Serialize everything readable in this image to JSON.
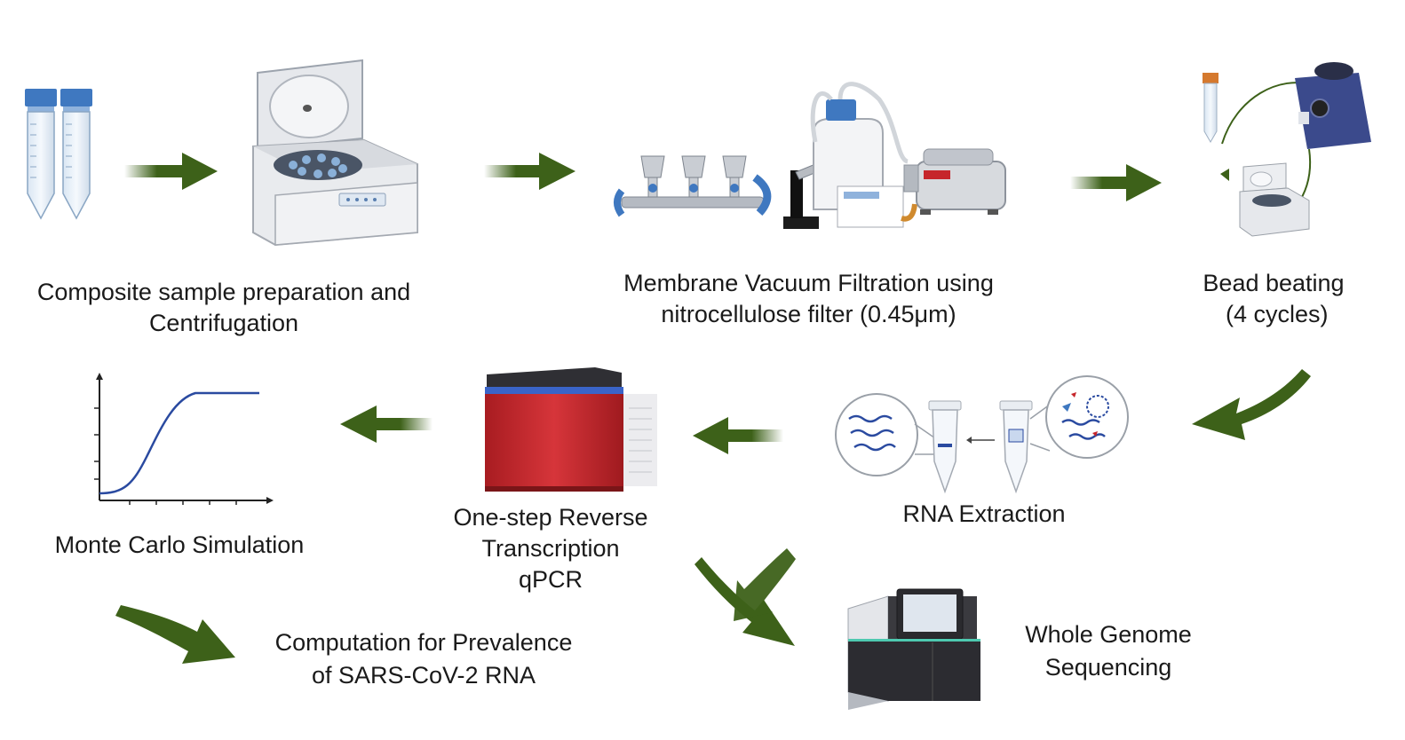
{
  "colors": {
    "arrow": "#3d6119",
    "text": "#1a1a1a",
    "curve": "#2a4aa0",
    "tube_cap": "#3f78c0",
    "qpcr_red": "#c4262b",
    "sequencer_dark": "#3a3a3f",
    "vortexer_blue": "#3b4a8c"
  },
  "steps": {
    "centrifugation": {
      "line1": "Composite sample preparation and",
      "line2": "Centrifugation",
      "icon": "centrifuge-icon"
    },
    "filtration": {
      "line1": "Membrane Vacuum  Filtration using",
      "line2": "nitrocellulose filter (0.45μm)",
      "icon": "vacuum-filtration-icon"
    },
    "bead_beating": {
      "line1": "Bead beating",
      "line2": " (4 cycles)",
      "icon": "vortexer-icon"
    },
    "rna_extraction": {
      "line1": "RNA Extraction",
      "icon": "rna-extraction-icon"
    },
    "qpcr": {
      "line1": "One-step Reverse",
      "line2": "Transcription",
      "line3": "qPCR",
      "icon": "qpcr-machine-icon"
    },
    "monte_carlo": {
      "line1": "Monte Carlo Simulation",
      "icon": "sigmoid-chart-icon"
    },
    "prevalence": {
      "line1": "Computation for Prevalence",
      "line2": "of SARS-CoV-2 RNA"
    },
    "wgs": {
      "line1": "Whole Genome",
      "line2": "Sequencing",
      "icon": "sequencer-icon"
    }
  }
}
